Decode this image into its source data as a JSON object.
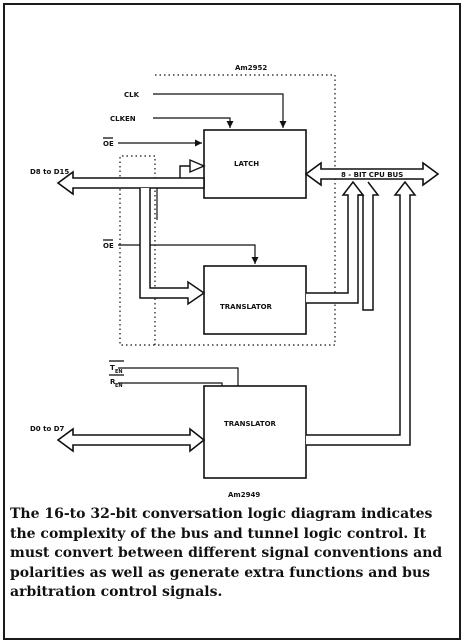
{
  "diagram": {
    "chips": {
      "top": "Am2952",
      "bottom": "Am2949"
    },
    "blocks": {
      "latch": "LATCH",
      "translator_upper": "TRANSLATOR",
      "translator_lower": "TRANSLATOR"
    },
    "signals": {
      "clk": "CLK",
      "clken": "CLKEN",
      "oe_top": "OE",
      "oe_mid": "OE",
      "t": "T",
      "t_sub": "EN",
      "r": "R",
      "r_sub": "EN"
    },
    "buses": {
      "upper_bus": "D8 to D15",
      "lower_bus": "D0 to D7",
      "cpu_bus": "8 - BIT CPU BUS"
    }
  },
  "caption": "The 16-to 32-bit conversation logic diagram indicates the complexity of the bus and tunnel logic control. It must convert between different signal conventions and polarities as well as generate extra functions and bus arbitration control signals."
}
